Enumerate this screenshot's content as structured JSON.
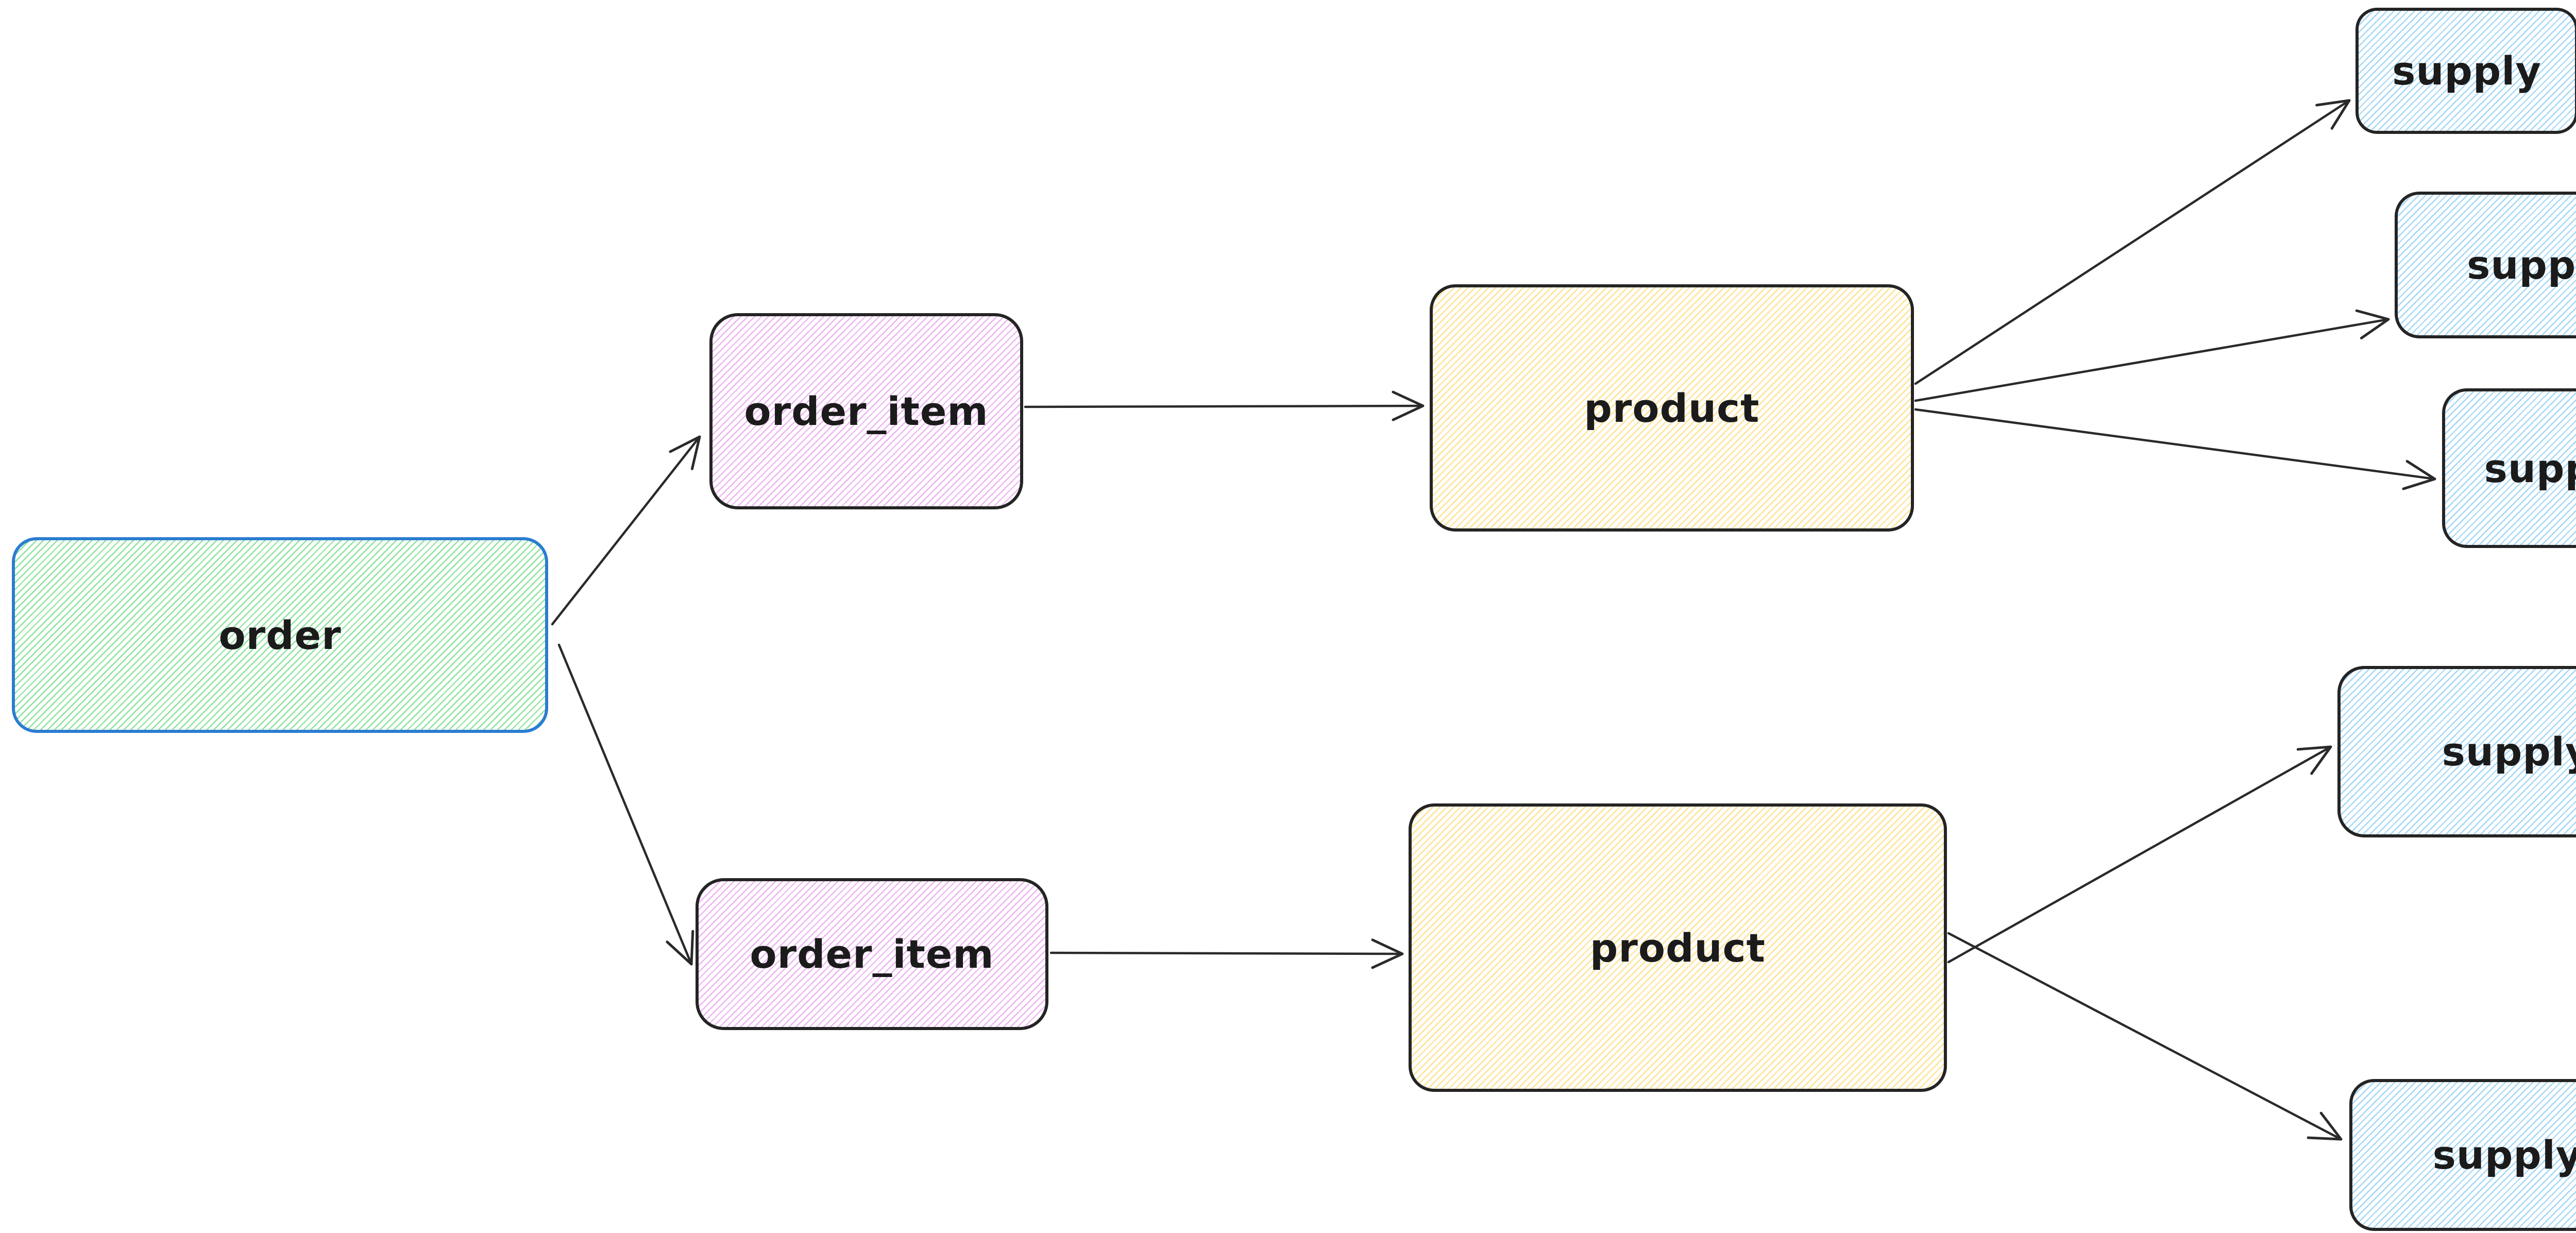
{
  "diagram": {
    "background": "#ffffff",
    "arrow_color": "#2a2a2a",
    "text_color": "#1b1b1b",
    "nodes": [
      {
        "id": "order",
        "label": "order",
        "stroke": "#2b7dd1",
        "fill_hatch": "#8be49c"
      },
      {
        "id": "order_item_1",
        "label": "order_item",
        "stroke": "#242424",
        "fill_hatch": "#eeb3f2"
      },
      {
        "id": "order_item_2",
        "label": "order_item",
        "stroke": "#242424",
        "fill_hatch": "#eeb3f2"
      },
      {
        "id": "product_1",
        "label": "product",
        "stroke": "#242424",
        "fill_hatch": "#ffe18f"
      },
      {
        "id": "product_2",
        "label": "product",
        "stroke": "#242424",
        "fill_hatch": "#ffe18f"
      },
      {
        "id": "supply_1",
        "label": "supply",
        "stroke": "#242424",
        "fill_hatch": "#a3d7f7"
      },
      {
        "id": "supply_2",
        "label": "supply",
        "stroke": "#242424",
        "fill_hatch": "#a3d7f7"
      },
      {
        "id": "supply_3",
        "label": "supply",
        "stroke": "#242424",
        "fill_hatch": "#a3d7f7"
      },
      {
        "id": "supply_4",
        "label": "supply",
        "stroke": "#242424",
        "fill_hatch": "#a3d7f7"
      },
      {
        "id": "supply_5",
        "label": "supply",
        "stroke": "#242424",
        "fill_hatch": "#a3d7f7"
      }
    ],
    "edges": [
      {
        "from": "order",
        "to": "order_item_1"
      },
      {
        "from": "order",
        "to": "order_item_2"
      },
      {
        "from": "order_item_1",
        "to": "product_1"
      },
      {
        "from": "order_item_2",
        "to": "product_2"
      },
      {
        "from": "product_1",
        "to": "supply_1"
      },
      {
        "from": "product_1",
        "to": "supply_2"
      },
      {
        "from": "product_1",
        "to": "supply_3"
      },
      {
        "from": "product_2",
        "to": "supply_4"
      },
      {
        "from": "product_2",
        "to": "supply_5"
      }
    ]
  }
}
